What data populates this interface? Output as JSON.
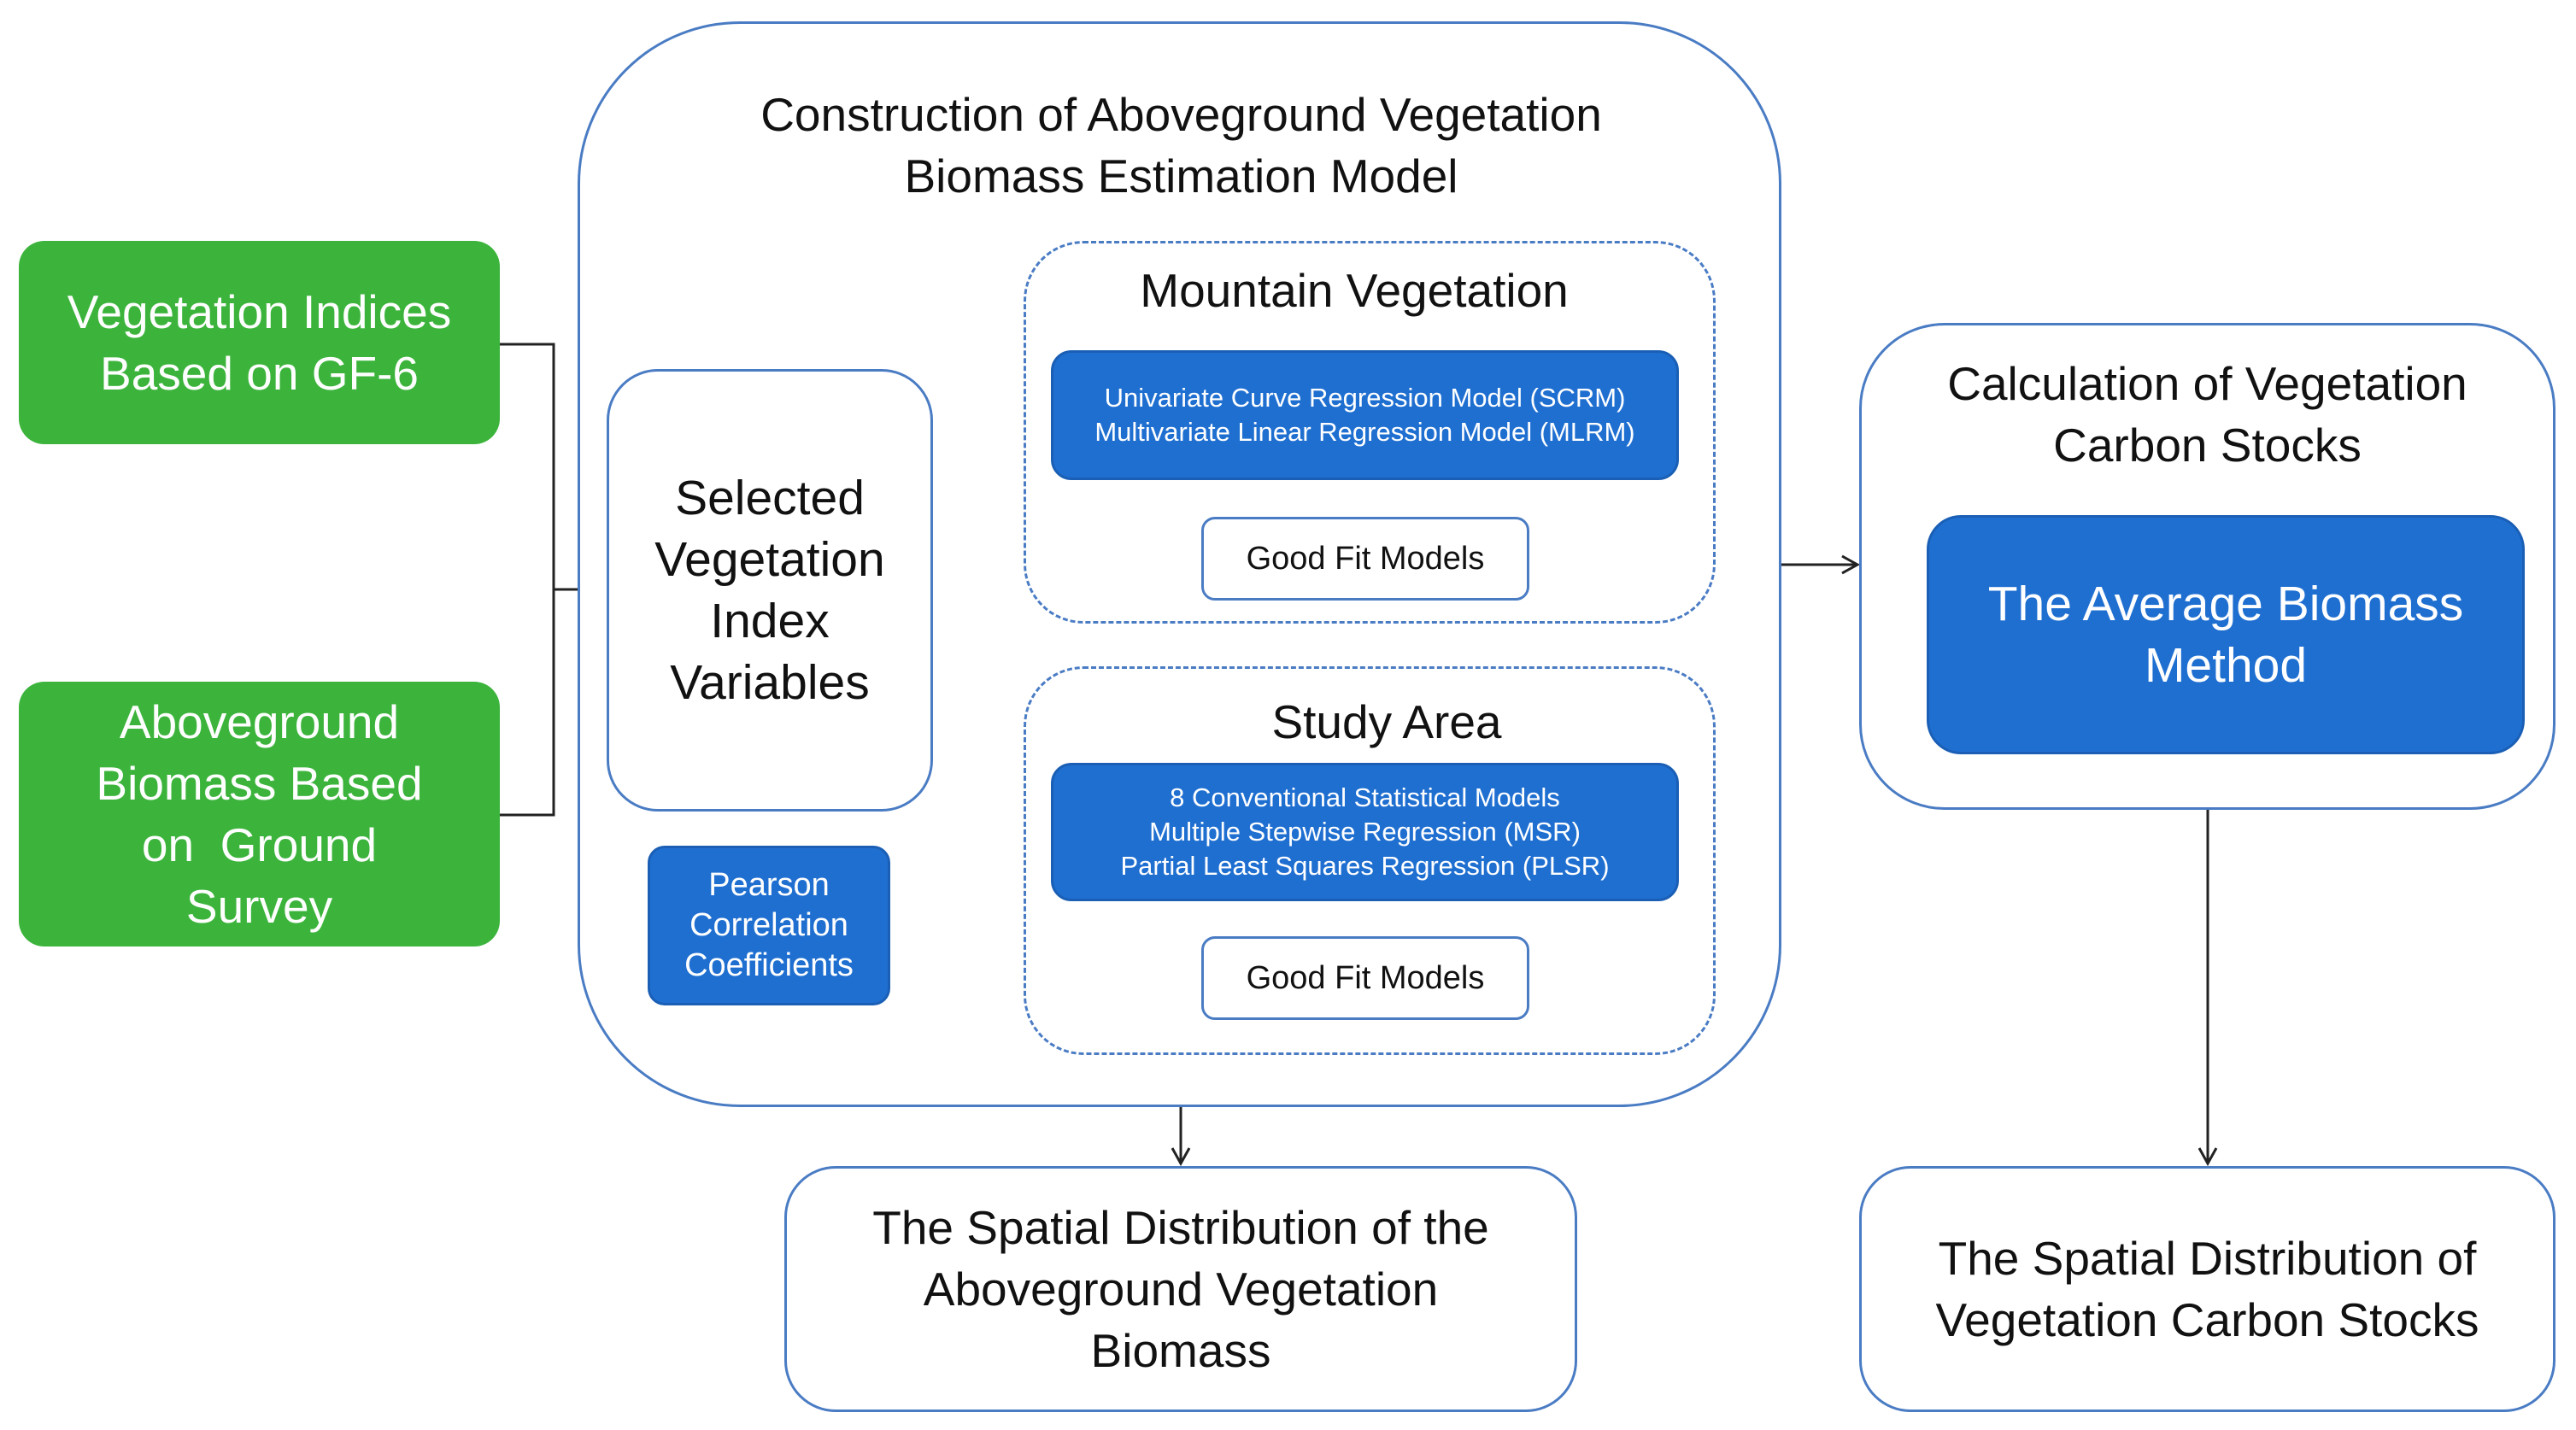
{
  "inputs": {
    "gf6": [
      "Vegetation Indices",
      "Based on GF-6"
    ],
    "ground": [
      "Aboveground",
      "Biomass Based",
      "on  Ground",
      "Survey"
    ]
  },
  "construction": {
    "title": [
      "Construction of Aboveground Vegetation",
      "Biomass Estimation Model"
    ],
    "selected": [
      "Selected",
      "Vegetation",
      "Index",
      "Variables"
    ],
    "pearson": [
      "Pearson",
      "Correlation",
      "Coefficients"
    ],
    "mountain": {
      "title": "Mountain Vegetation",
      "models": [
        "Univariate Curve Regression Model (SCRM)",
        "Multivariate Linear Regression Model (MLRM)"
      ],
      "result": "Good Fit Models"
    },
    "study": {
      "title": "Study Area",
      "models": [
        "8 Conventional Statistical Models",
        "Multiple Stepwise Regression (MSR)",
        "Partial Least Squares Regression (PLSR)"
      ],
      "result": "Good Fit Models"
    }
  },
  "carbon": {
    "title": [
      "Calculation of Vegetation",
      "Carbon Stocks"
    ],
    "method": [
      "The Average Biomass",
      "Method"
    ]
  },
  "outputs": {
    "biomass": [
      "The Spatial Distribution of the",
      "Aboveground Vegetation",
      "Biomass"
    ],
    "carbon": [
      "The Spatial Distribution of",
      "Vegetation Carbon Stocks"
    ]
  },
  "colors": {
    "green": "#3cb43c",
    "blue": "#1f6fd1",
    "outline": "#4a7cc4",
    "arrow": "#222222"
  }
}
